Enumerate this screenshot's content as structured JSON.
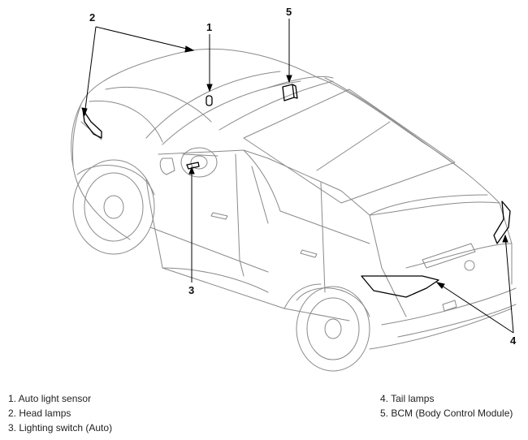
{
  "callouts": {
    "c1": "1",
    "c2": "2",
    "c3": "3",
    "c4": "4",
    "c5": "5"
  },
  "legend": {
    "left": [
      "1. Auto light sensor",
      "2. Head lamps",
      "3. Lighting switch (Auto)"
    ],
    "right": [
      "4. Tail lamps",
      "5. BCM (Body Control Module)"
    ]
  },
  "colors": {
    "line": "#8a8a8a",
    "part": "#000000",
    "callout": "#111111"
  }
}
